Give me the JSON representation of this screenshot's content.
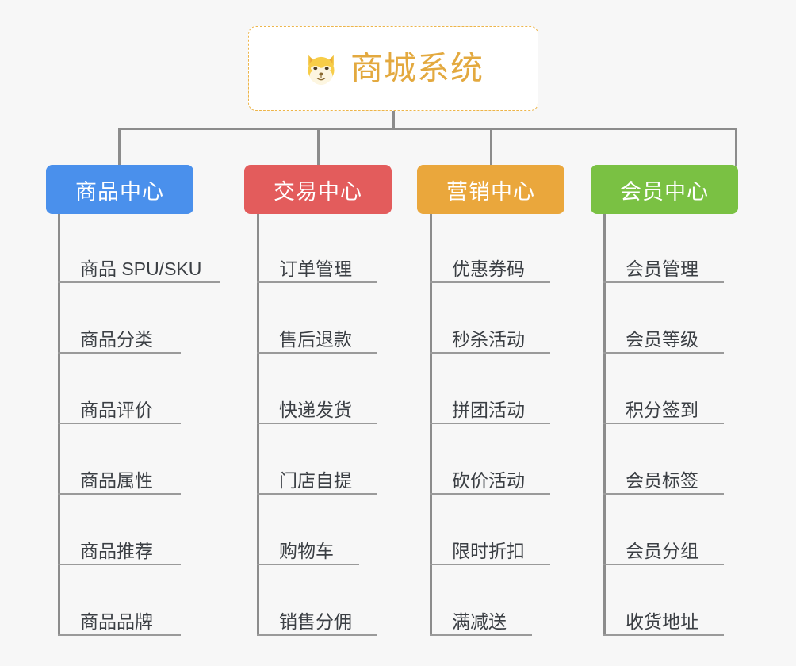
{
  "background_color": "#f7f7f7",
  "root": {
    "title": "商城系统",
    "icon": "shiba-dog-face-emoji",
    "border_color": "#edb54a",
    "text_color": "#e3a93f"
  },
  "connector_color": "#8c8c8c",
  "columns": [
    {
      "title": "商品中心",
      "color": "#4a90ec",
      "items": [
        "商品 SPU/SKU",
        "商品分类",
        "商品评价",
        "商品属性",
        "商品推荐",
        "商品品牌"
      ]
    },
    {
      "title": "交易中心",
      "color": "#e35c5c",
      "items": [
        "订单管理",
        "售后退款",
        "快递发货",
        "门店自提",
        "购物车",
        "销售分佣"
      ]
    },
    {
      "title": "营销中心",
      "color": "#eaa73c",
      "items": [
        "优惠券码",
        "秒杀活动",
        "拼团活动",
        "砍价活动",
        "限时折扣",
        "满减送"
      ]
    },
    {
      "title": "会员中心",
      "color": "#7ac143",
      "items": [
        "会员管理",
        "会员等级",
        "积分签到",
        "会员标签",
        "会员分组",
        "收货地址"
      ]
    }
  ]
}
